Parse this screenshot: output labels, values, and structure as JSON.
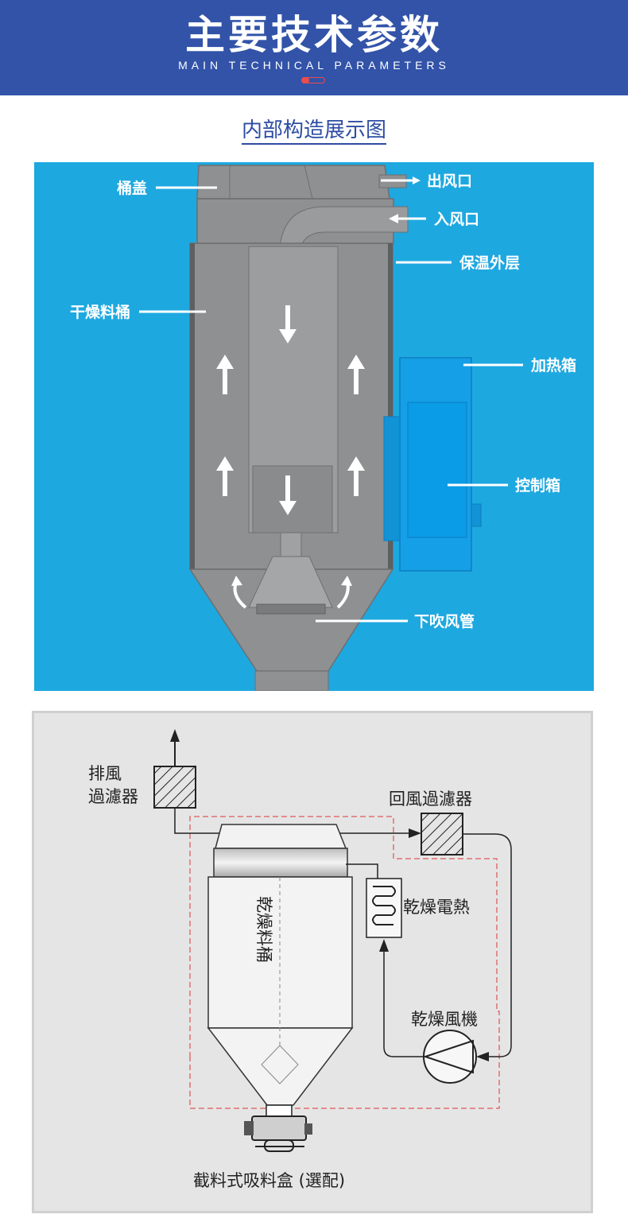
{
  "header": {
    "title": "主要技术参数",
    "subtitle": "MAIN TECHNICAL PARAMETERS"
  },
  "section": {
    "title": "内部构造展示图"
  },
  "diagram1": {
    "labels": {
      "lid": "桶盖",
      "air_outlet": "出风口",
      "air_inlet": "入风口",
      "insulation": "保温外层",
      "hopper": "干燥料桶",
      "heater_box": "加热箱",
      "control_box": "控制箱",
      "blow_pipe": "下吹风管"
    }
  },
  "diagram2": {
    "labels": {
      "exhaust_filter_line1": "排風",
      "exhaust_filter_line2": "過濾器",
      "return_filter": "回風過濾器",
      "heater": "乾燥電熱",
      "hopper": "乾燥料桶",
      "blower": "乾燥風機",
      "material_box": "截料式吸料盒 (選配)"
    }
  },
  "colors": {
    "banner": "#3253a8",
    "diagram1_bg": "#1ea8e0",
    "diagram2_bg": "#e5e5e5",
    "dashed_line": "#e07070",
    "control_box": "#0a9ce6"
  }
}
